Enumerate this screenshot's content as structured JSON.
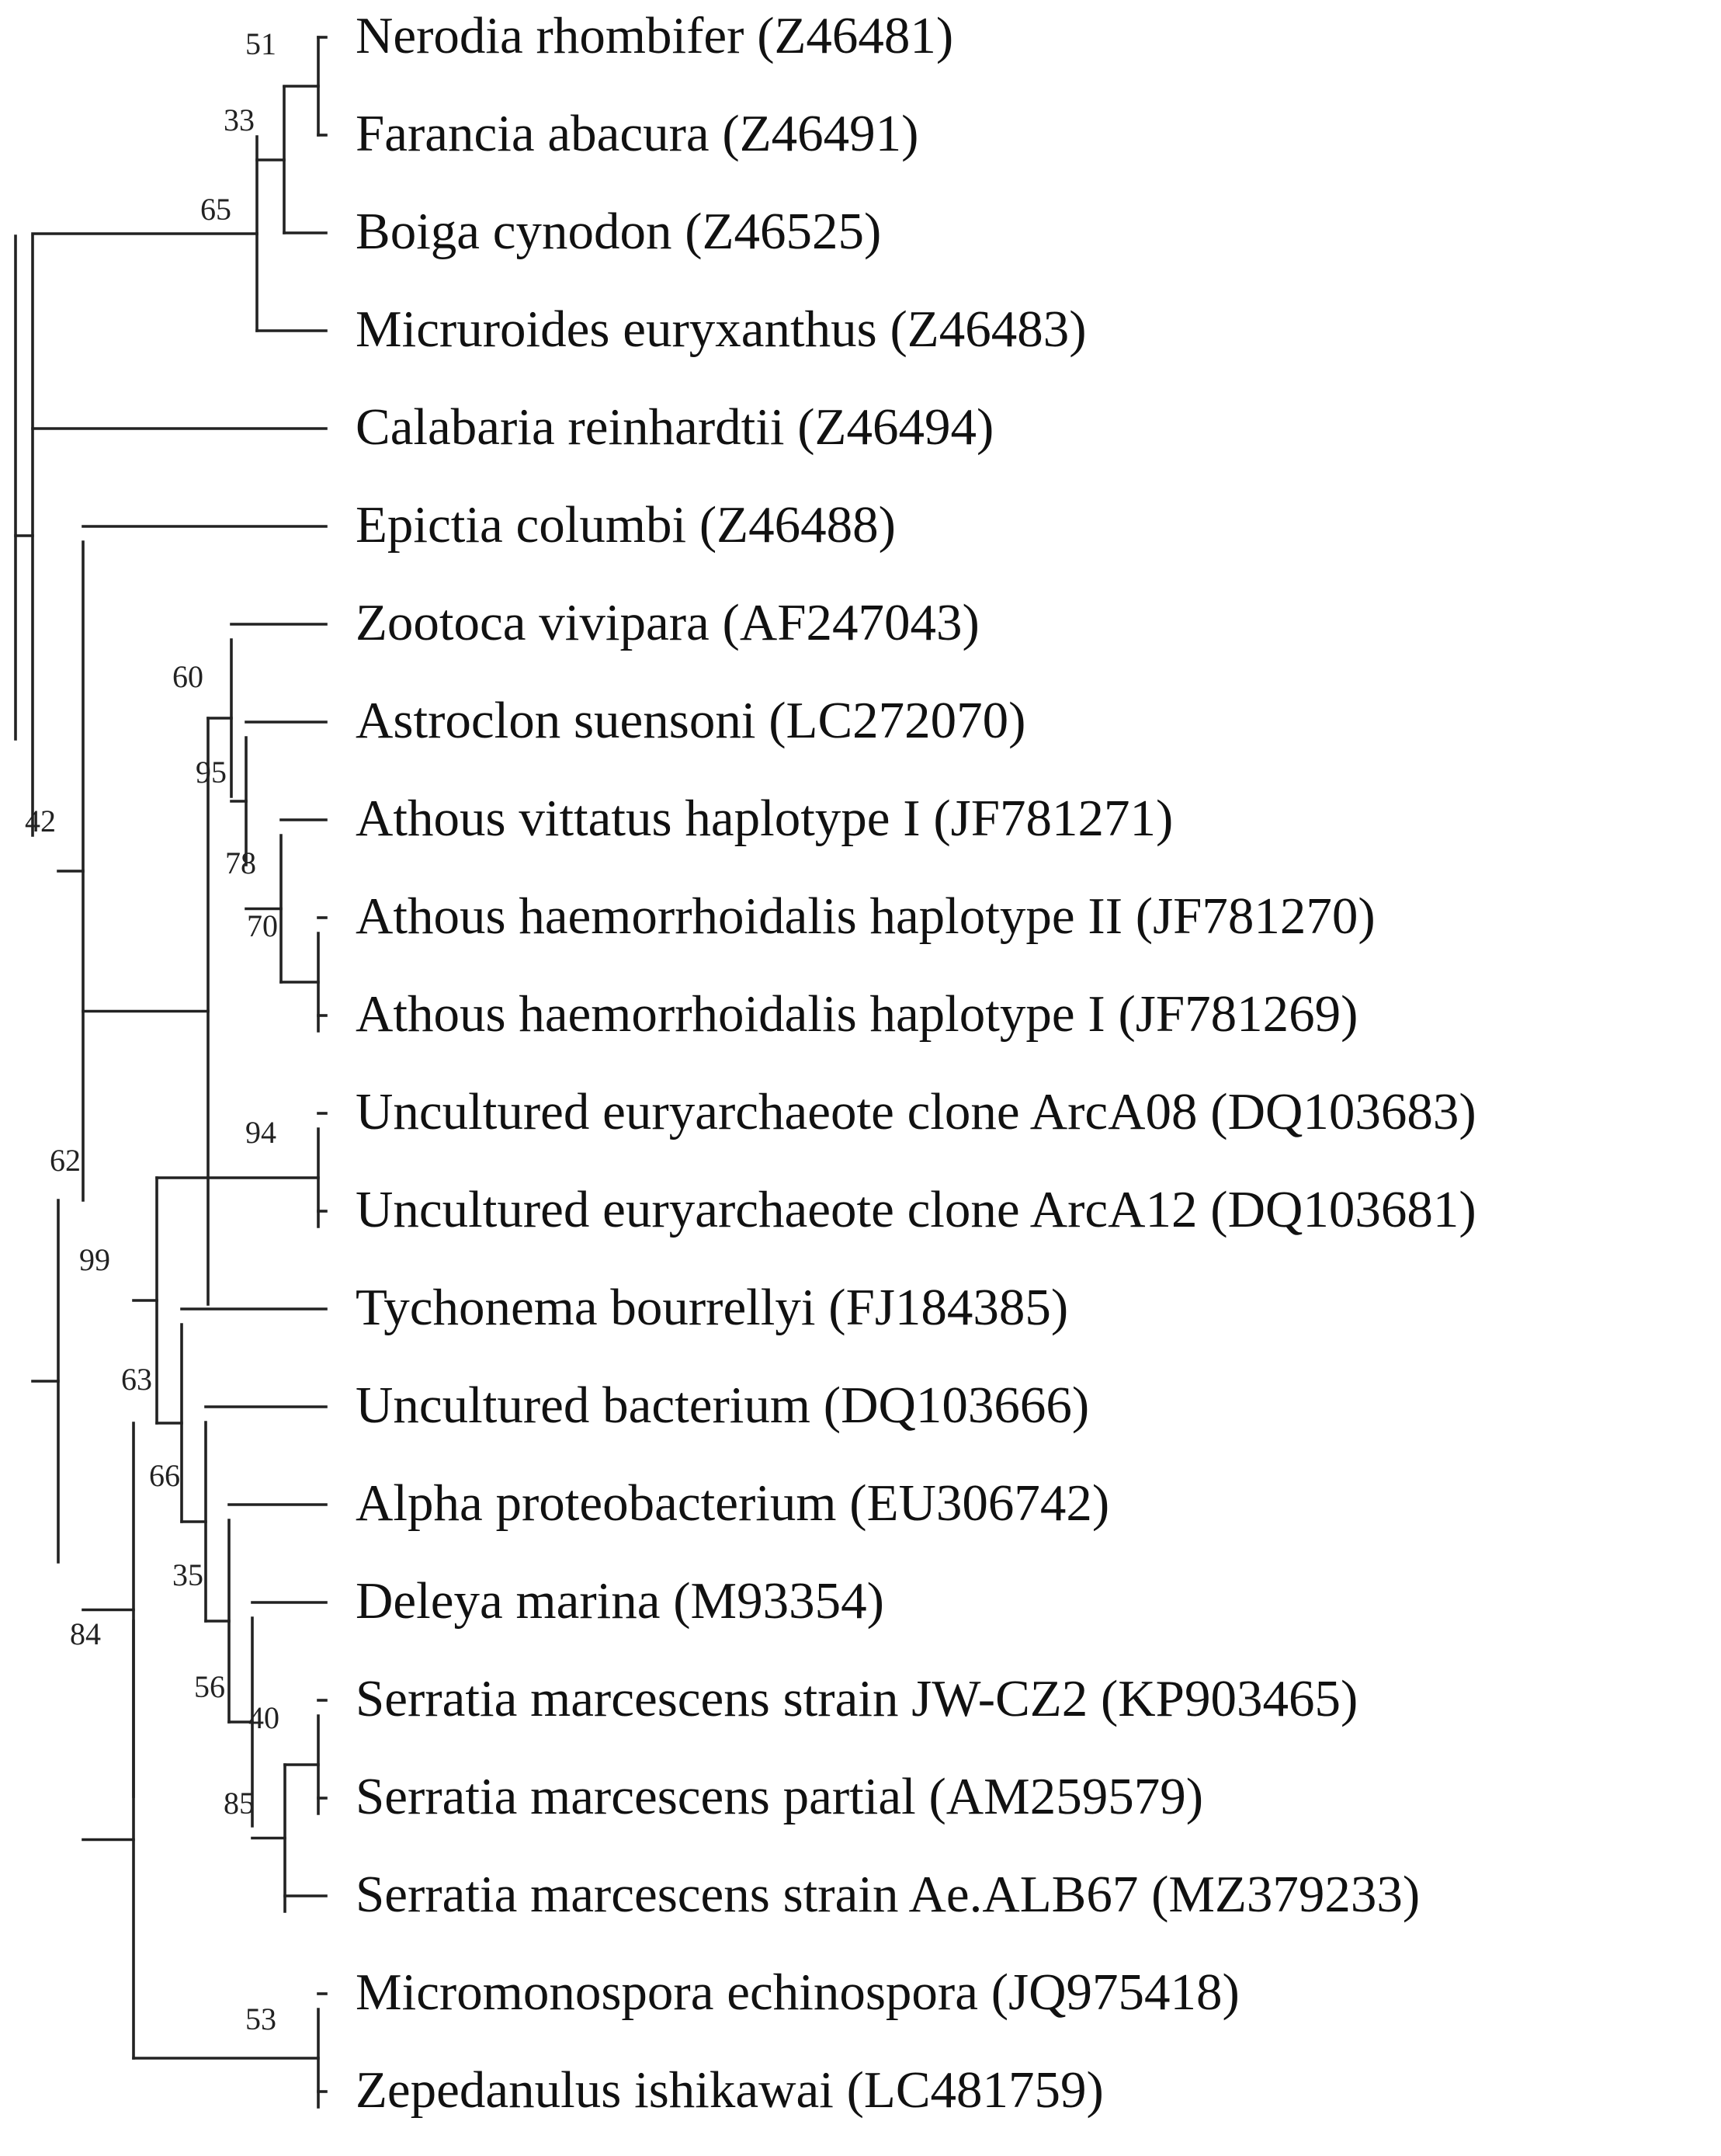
{
  "taxa": [
    "Nerodia rhombifer (Z46481)",
    "Farancia abacura (Z46491)",
    "Boiga cynodon (Z46525)",
    "Micruroides euryxanthus (Z46483)",
    "Calabaria reinhardtii (Z46494)",
    "Epictia columbi (Z46488)",
    "Zootoca vivipara (AF247043)",
    "Astroclon suensoni (LC272070)",
    "Athous vittatus haplotype I (JF781271)",
    "Athous haemorrhoidalis haplotype II (JF781270)",
    "Athous haemorrhoidalis haplotype I (JF781269)",
    "Uncultured euryarchaeote clone ArcA08 (DQ103683)",
    "Uncultured euryarchaeote clone ArcA12 (DQ103681)",
    "Tychonema bourrellyi (FJ184385)",
    "Uncultured bacterium (DQ103666)",
    "Alpha proteobacterium (EU306742)",
    "Deleya marina (M93354)",
    "Serratia marcescens strain JW-CZ2 (KP903465)",
    "Serratia marcescens partial (AM259579)",
    "Serratia marcescens strain Ae.ALB67 (MZ379233)",
    "Micromonospora echinospora (JQ975418)",
    "Zepedanulus ishikawai (LC481759)"
  ],
  "support_values": [
    "51",
    "33",
    "65",
    "42",
    "60",
    "95",
    "78",
    "70",
    "94",
    "62",
    "99",
    "63",
    "66",
    "35",
    "56",
    "40",
    "85",
    "84",
    "53"
  ]
}
